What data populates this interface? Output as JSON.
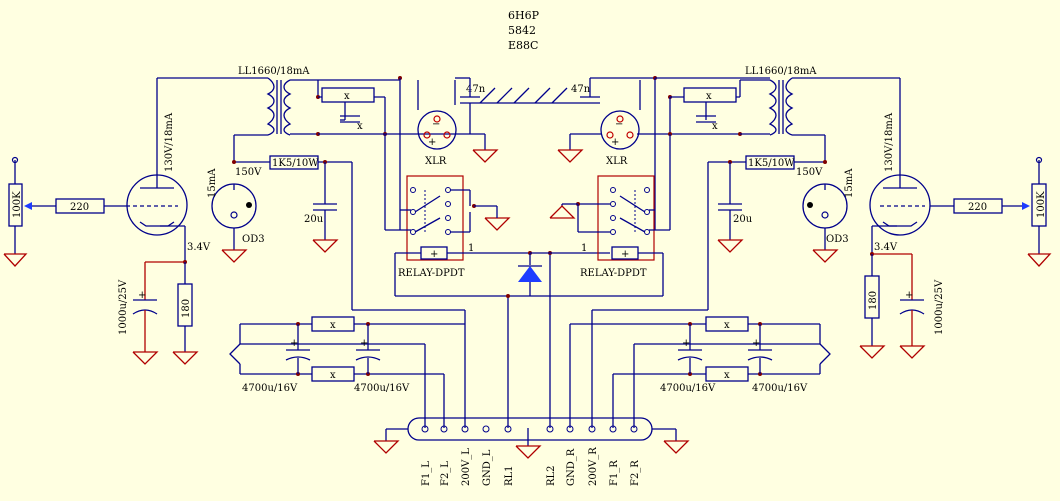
{
  "tube_labels": [
    "6H6P",
    "5842",
    "E88C"
  ],
  "transformer_left": "LL1660/18mA",
  "transformer_right": "LL1660/18mA",
  "cap_coupling_left": "47n",
  "cap_coupling_right": "47n",
  "tube_v1_left": "130V/18mA",
  "tube_v1_right": "130V/18mA",
  "reg_current_left": "15mA",
  "reg_current_right": "15mA",
  "reg_voltage_left": "150V",
  "reg_voltage_right": "150V",
  "reg_tube_left": "OD3",
  "reg_tube_right": "OD3",
  "resistor_1k5_left": "1K5/10W",
  "resistor_1k5_right": "1K5/10W",
  "cap_20u_left": "20u",
  "cap_20u_right": "20u",
  "xlr_left": "XLR",
  "xlr_right": "XLR",
  "relay_left": "RELAY-DPDT",
  "relay_right": "RELAY-DPDT",
  "relay_pin_left": "1",
  "relay_pin_right": "1",
  "pot_left": "100K",
  "pot_right": "100K",
  "res_220_left": "220",
  "res_220_right": "220",
  "bias_v_left": "3.4V",
  "bias_v_right": "3.4V",
  "cap_1000u_left": "1000u/25V",
  "cap_1000u_right": "1000u/25V",
  "res_180_left": "180",
  "res_180_right": "180",
  "x_label": "x",
  "psu_cap_left_a": "4700u/16V",
  "psu_cap_left_b": "4700u/16V",
  "psu_cap_right_a": "4700u/16V",
  "psu_cap_right_b": "4700u/16V",
  "connector_pins": [
    "F1_L",
    "F2_L",
    "200V_L",
    "GND_L",
    "RL1",
    "RL2",
    "GND_R",
    "200V_R",
    "F1_R",
    "F2_R"
  ]
}
